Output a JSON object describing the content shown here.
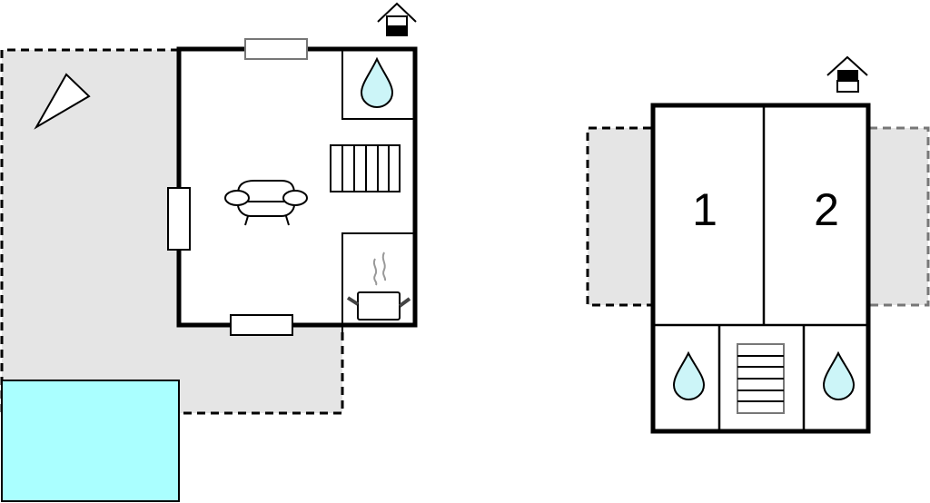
{
  "floor_plans": [
    {
      "name": "ground-floor",
      "rooms": [
        {
          "type": "living-room"
        },
        {
          "type": "bathroom"
        },
        {
          "type": "kitchen"
        },
        {
          "type": "stairs"
        },
        {
          "type": "terrace"
        },
        {
          "type": "pool"
        }
      ]
    },
    {
      "name": "upper-floor",
      "rooms": [
        {
          "label": "1",
          "type": "bedroom"
        },
        {
          "label": "2",
          "type": "bedroom"
        },
        {
          "type": "bathroom"
        },
        {
          "type": "stairs"
        },
        {
          "type": "bathroom"
        },
        {
          "type": "balcony"
        },
        {
          "type": "balcony"
        }
      ]
    }
  ],
  "colors": {
    "terrace": "#e5e5e5",
    "pool": "#aaffff",
    "water": "#ccf5f8",
    "wall": "#000000"
  }
}
